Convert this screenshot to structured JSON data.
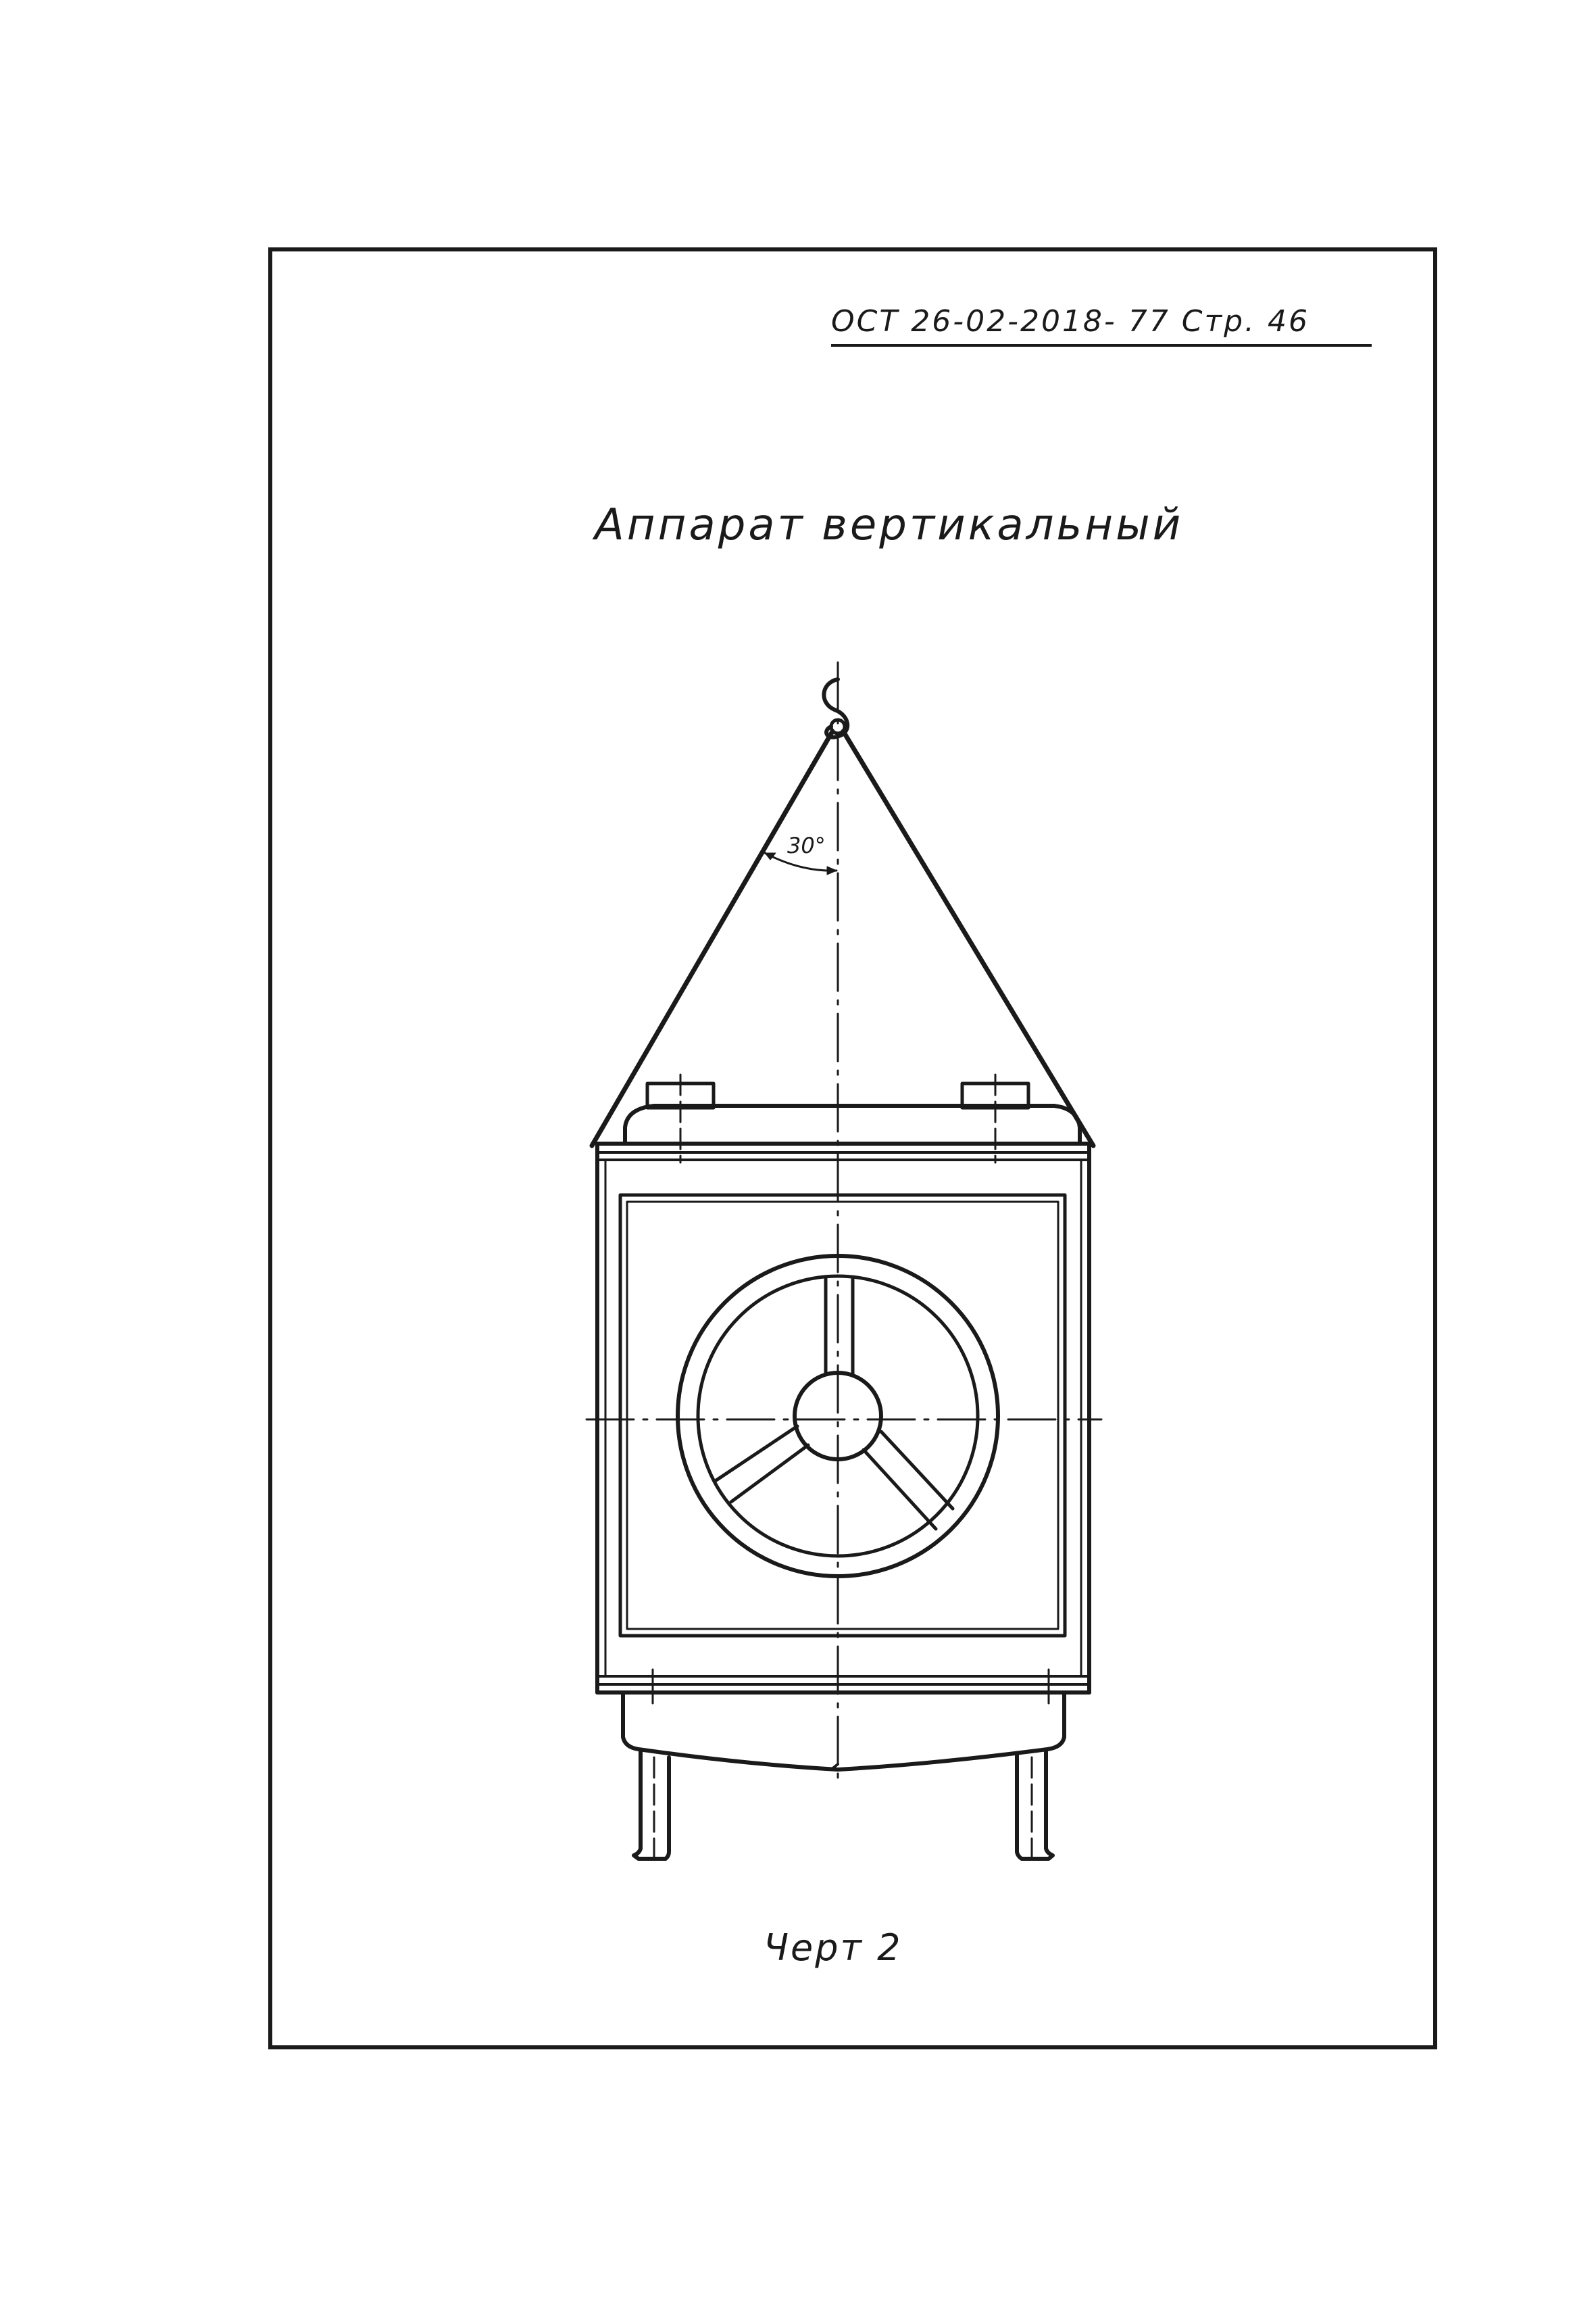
{
  "document": {
    "code": "ОСТ 26-02-2018- 77  Стр. 46",
    "title": "Аппарат вертикальный",
    "caption": "Черт 2"
  },
  "drawing": {
    "sling_angle_label": "30°",
    "colors": {
      "ink": "#1a1a1a",
      "paper": "#ffffff"
    }
  }
}
